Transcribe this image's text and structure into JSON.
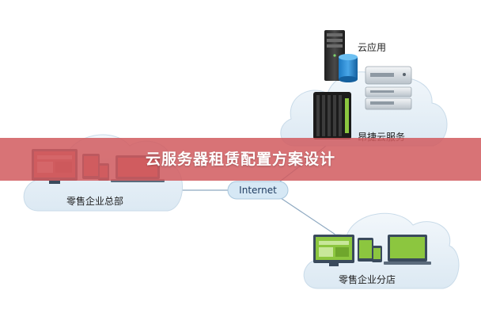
{
  "diagram": {
    "title": "云服务器租赁配置方案设计",
    "nodes": {
      "cloud_app": "云应用",
      "cloud_service": "昂捷云服务",
      "hq": "零售企业总部",
      "branch": "零售企业分店",
      "internet": "Internet"
    },
    "colors": {
      "cloud_fill": "#e3eef6",
      "banner": "#d25c60",
      "internet_bubble": "#d6e8f5",
      "monitor_frame": "#3a4a5c",
      "screen_red": "#c75a5a",
      "screen_green": "#8cc63f"
    }
  }
}
